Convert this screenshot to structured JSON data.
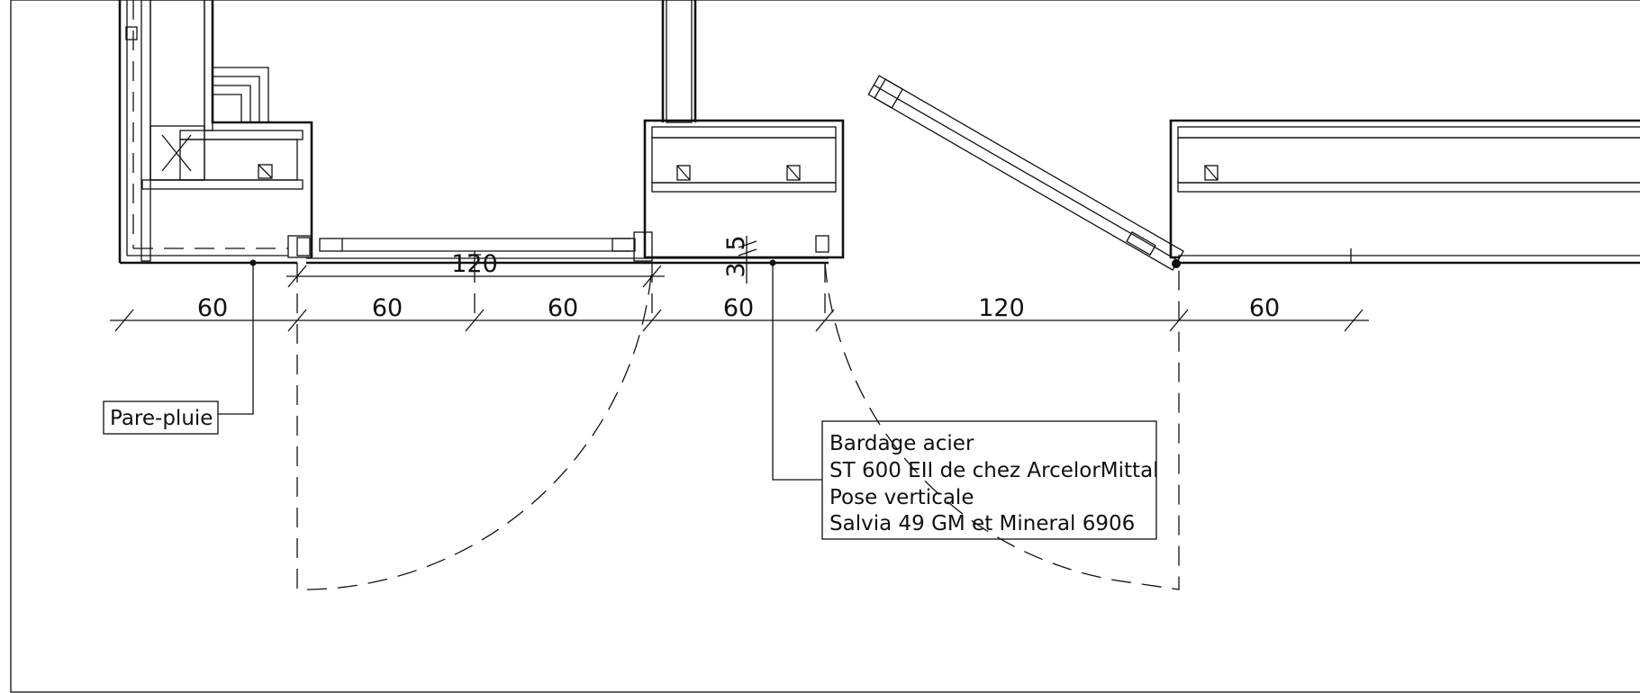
{
  "dimensions": {
    "left_60": "60",
    "bay1_60a": "60",
    "bay1_60b": "60",
    "bay1_total_120": "120",
    "mid_60": "60",
    "bay2_120": "120",
    "right_60": "60",
    "vertical_5": "5",
    "vertical_3": "3"
  },
  "labels": {
    "pare_pluie": "Pare-pluie",
    "bardage_line1": "Bardage acier",
    "bardage_line2": "ST 600 EII de chez ArcelorMittal",
    "bardage_line3": "Pose verticale",
    "bardage_line4": "Salvia 49 GM et Mineral 6906"
  }
}
